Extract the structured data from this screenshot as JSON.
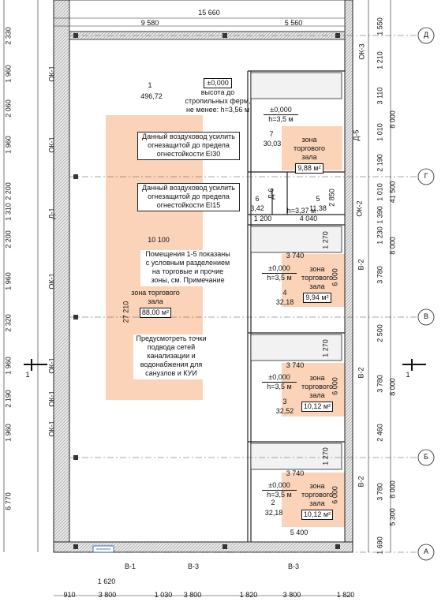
{
  "plan": {
    "overall_width": "15 660",
    "overall_height": "41 500",
    "top_dims": [
      "9 580",
      "5 560"
    ],
    "left_dims": [
      "2 330",
      "1 960",
      "2 060",
      "1 960",
      "2 200",
      "1 310",
      "2 200",
      "1 960",
      "2 320",
      "1 960",
      "2 190",
      "1 960",
      "6 770"
    ],
    "right_inner_dims": [
      "1 550",
      "1 210",
      "3 110",
      "1 010",
      "2 190",
      "1 010",
      "1 390",
      "1 230",
      "3 780",
      "2 500",
      "3 780",
      "2 460",
      "3 780",
      "1 690"
    ],
    "right_outer_dims": [
      "8 000",
      "8 000",
      "8 000",
      "8 000",
      "5 300"
    ],
    "bottom_dims": [
      "910",
      "3 800",
      "1 030",
      "3 800",
      "1 820",
      "3 800",
      "1 820"
    ],
    "grid_axes": [
      "Д",
      "Г",
      "В",
      "Б",
      "А"
    ],
    "window_labels_left": [
      "ОК-1",
      "ОК-1",
      "Д-1",
      "ОК-1",
      "ОК-1",
      "ОК-1",
      "ОК-1"
    ],
    "door_labels": [
      "ОК-3",
      "Д-5",
      "ОК-2",
      "В-2",
      "В-2",
      "В-2",
      "Д-6",
      "В-1",
      "В-3",
      "В-3"
    ],
    "section_mark": "1",
    "inner_dims": [
      "10 100",
      "27 210",
      "3 740",
      "3 740",
      "3 740",
      "5 400",
      "4 040",
      "1 200",
      "2 850",
      "6 000",
      "6 000",
      "6 000",
      "1 270",
      "1 270",
      "1 270",
      "1 620"
    ],
    "rooms": [
      {
        "num": "1",
        "area": "496,72"
      },
      {
        "num": "2",
        "area": "32,18"
      },
      {
        "num": "3",
        "area": "32,52"
      },
      {
        "num": "4",
        "area": "32,18"
      },
      {
        "num": "5",
        "area": "11,38"
      },
      {
        "num": "6",
        "area": "3,42"
      },
      {
        "num": "7",
        "area": "30,03"
      }
    ],
    "level_labels": {
      "zero": "±0,000",
      "h": "h=3,5 м",
      "h2": "h=3,37 м"
    },
    "zones": [
      {
        "title": "зона торгового зала",
        "area": "88,00 м²"
      },
      {
        "title": "зона торгового зала",
        "area": "9,88 м²"
      },
      {
        "title": "зона торгового зала",
        "area": "9,94 м²"
      },
      {
        "title": "зона торгового зала",
        "area": "10,12 м²"
      },
      {
        "title": "зона торгового зала",
        "area": "10,12 м²"
      }
    ],
    "notes": {
      "height": [
        "±0,000",
        "высота до",
        "стропильных ферм,",
        "не менее: h=3,56 м"
      ],
      "duct1": [
        "Данный воздуховод усилить",
        "огнезащитой до предела",
        "огнестойкости EI30"
      ],
      "duct2": [
        "Данный воздуховод усилить",
        "огнезащитой до предела",
        "огнестойкости EI15"
      ],
      "rooms": [
        "Помещения 1-5 показаны",
        "с условным разделением",
        "на торговые и прочие",
        "зоны, см. Примечание"
      ],
      "sewer": [
        "Предусмотреть точки",
        "подвода сетей",
        "канализации и",
        "водонабжения для",
        "санузлов и КУИ"
      ]
    },
    "colors": {
      "zone_fill": "#fbd3b8",
      "wall_fill": "#d6d6d6",
      "line": "#222222"
    }
  }
}
